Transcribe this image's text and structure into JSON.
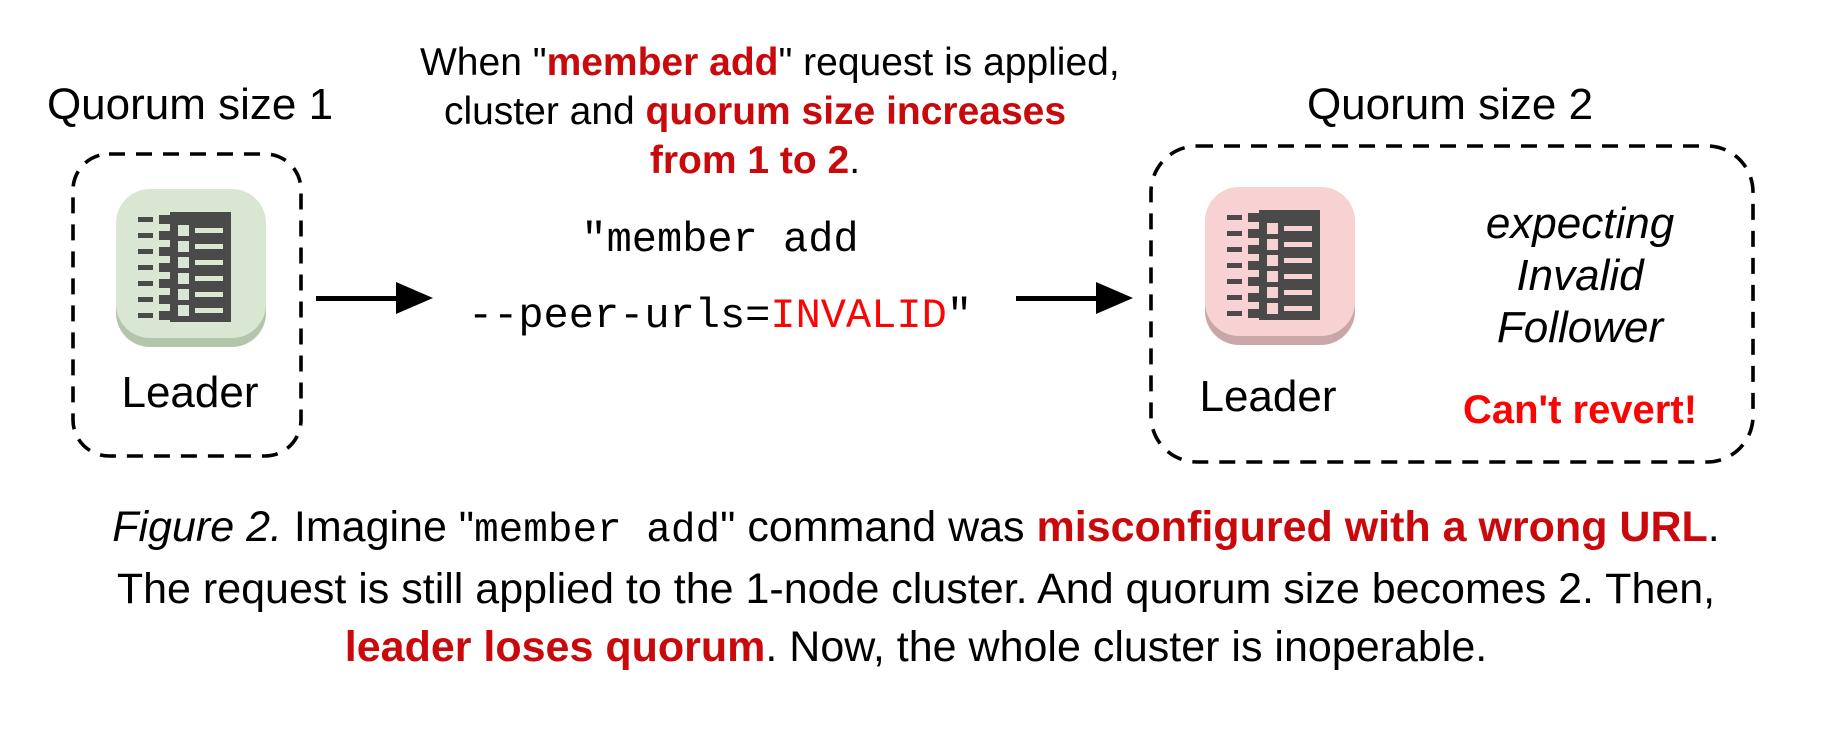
{
  "colors": {
    "crimson": "#c9090b",
    "bright_red": "#fb0404",
    "green_node": "#d9e7d2",
    "green_shadow": "#b4c5ac",
    "pink_node": "#f8d2d3",
    "pink_shadow": "#c9a7a8",
    "glyph": "#4a4a4a"
  },
  "left_cluster": {
    "title": "Quorum size 1",
    "node_label": "Leader"
  },
  "right_cluster": {
    "title": "Quorum size 2",
    "node_label": "Leader",
    "expectation_lines": [
      "expecting",
      "Invalid",
      "Follower"
    ],
    "warning": "Can't revert!"
  },
  "annotation": {
    "l1_black": "When \"",
    "l1_red": "member add",
    "l1_black2": "\" request is applied,",
    "l2_black": "cluster and ",
    "l2_red": "quorum size increases",
    "l3_red": "from 1 to 2",
    "l3_black": "."
  },
  "command": {
    "line1": "\"member add",
    "l2_black": "--peer-urls=",
    "l2_red": "INVALID",
    "l2_black2": "\""
  },
  "caption": {
    "fig": "Figure 2.",
    "l1_a": " Imagine \"",
    "l1_code": "member add",
    "l1_b": "\" command was ",
    "l1_red": "misconfigured with a wrong URL",
    "l1_c": ".",
    "l2": "The request is still applied to the 1-node cluster. And quorum size becomes 2. Then,",
    "l3_red": "leader loses quorum",
    "l3_a": ". Now, the whole cluster is inoperable."
  }
}
